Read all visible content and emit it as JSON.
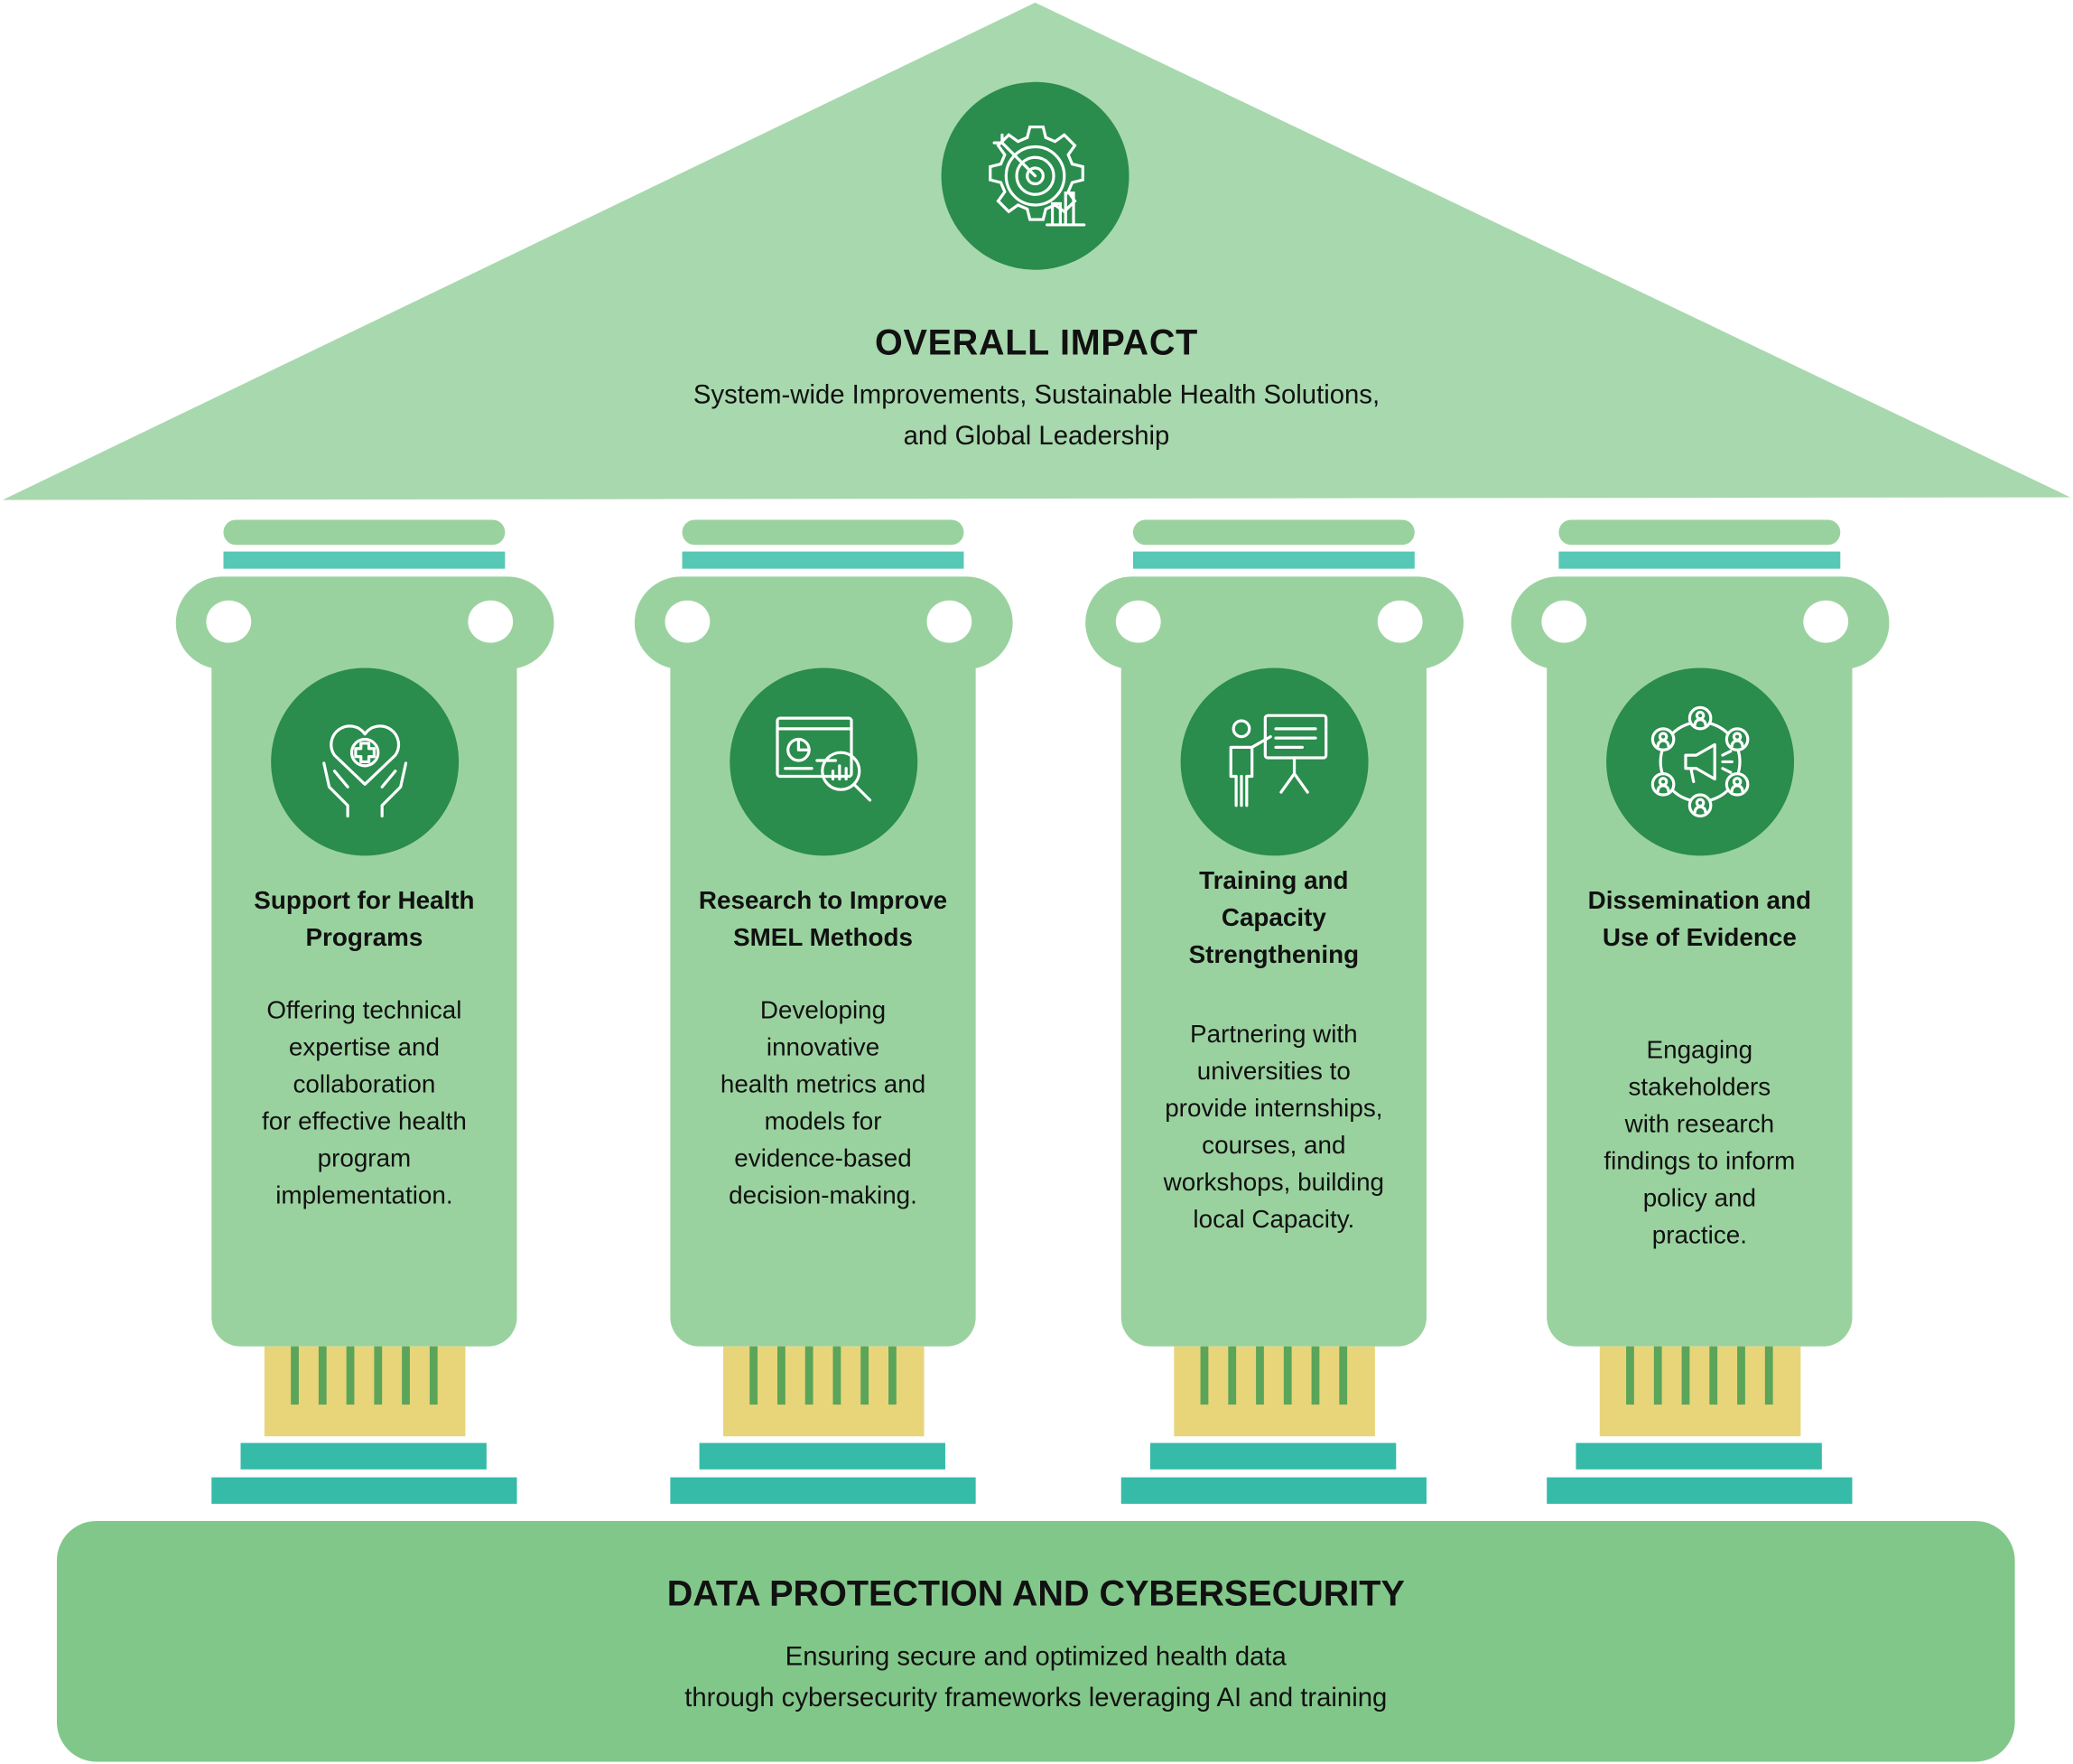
{
  "colors": {
    "roof": "#a8d8ad",
    "pillar": "#9ad29f",
    "icon_circle": "#2a8c4d",
    "teal": "#58c8b6",
    "step": "#35bba8",
    "base": "#e8d57a",
    "foundation": "#82c78a"
  },
  "impact": {
    "icon": "target-gear-chart-icon",
    "title": "OVERALL IMPACT",
    "subtitle_lines": [
      "System-wide Improvements, Sustainable Health Solutions,",
      "and Global Leadership"
    ]
  },
  "pillars": [
    {
      "icon": "hands-heart-cross-icon",
      "title_lines": [
        "Support for Health",
        "Programs"
      ],
      "description": "Offering technical\nexpertise and\ncollaboration\nfor effective health\nprogram\nimplementation."
    },
    {
      "icon": "dashboard-magnifier-icon",
      "title_lines": [
        "Research to Improve",
        "SMEL Methods"
      ],
      "description": "Developing\ninnovative\nhealth metrics and\nmodels for\nevidence-based\ndecision-making."
    },
    {
      "icon": "presenter-board-icon",
      "title_lines": [
        "Training and",
        "Capacity",
        "Strengthening"
      ],
      "description": "Partnering with\nuniversities to\nprovide internships,\ncourses, and\nworkshops, building\nlocal Capacity."
    },
    {
      "icon": "megaphone-network-icon",
      "title_lines": [
        "Dissemination and",
        "Use of Evidence"
      ],
      "description": "Engaging\nstakeholders\nwith research\nfindings to inform\npolicy and\npractice."
    }
  ],
  "foundation": {
    "title": "DATA PROTECTION AND CYBERSECURITY",
    "subtitle_lines": [
      "Ensuring secure and optimized health data",
      "through cybersecurity frameworks leveraging AI and training"
    ]
  }
}
